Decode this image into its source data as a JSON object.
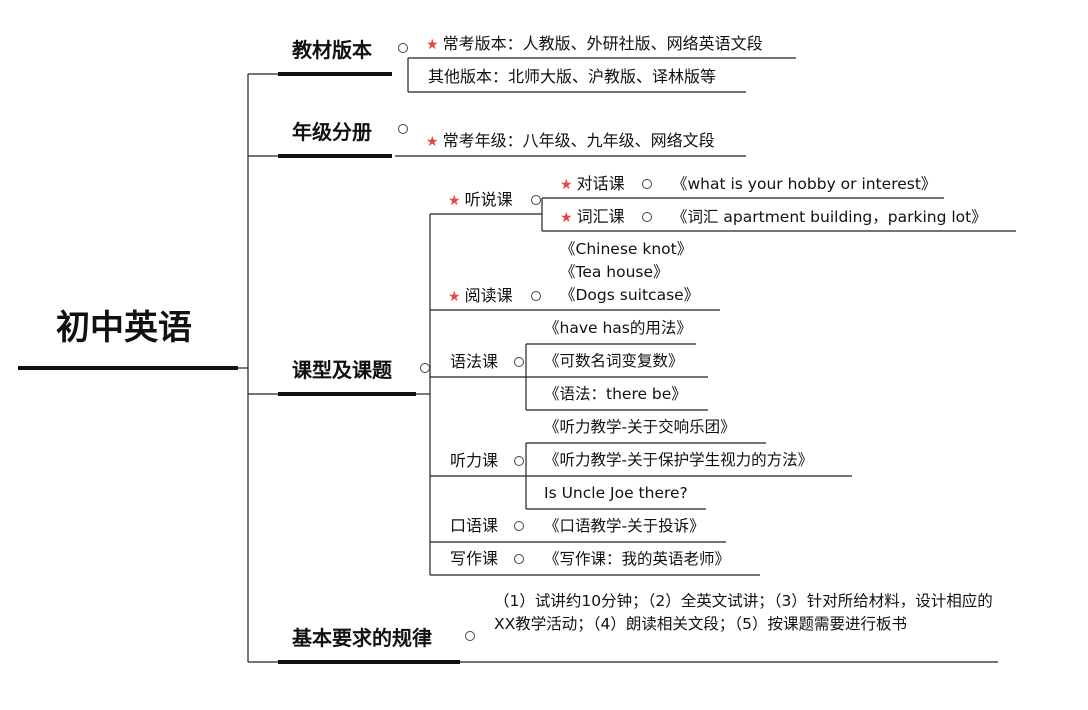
{
  "root": "初中英语",
  "branches": {
    "textbook": {
      "label": "教材版本",
      "common": "常考版本：人教版、外研社版、网络英语文段",
      "other": "其他版本：北师大版、沪教版、译林版等"
    },
    "grade": {
      "label": "年级分册",
      "common": "常考年级：八年级、九年级、网络文段"
    },
    "lessons": {
      "label": "课型及课题",
      "listen_speak": {
        "label": "听说课",
        "dialogue": {
          "label": "对话课",
          "topic": "《what is your hobby or interest》"
        },
        "vocab": {
          "label": "词汇课",
          "topic": "《词汇 apartment building，parking lot》"
        }
      },
      "reading": {
        "label": "阅读课",
        "topics": [
          "《Chinese knot》",
          "《Tea house》",
          "《Dogs suitcase》"
        ]
      },
      "grammar": {
        "label": "语法课",
        "topics": [
          "《have has的用法》",
          "《可数名词变复数》",
          "《语法：there be》"
        ]
      },
      "listening": {
        "label": "听力课",
        "topics": [
          "《听力教学-关于交响乐团》",
          "《听力教学-关于保护学生视力的方法》",
          "Is Uncle Joe there?"
        ]
      },
      "oral": {
        "label": "口语课",
        "topic": "《口语教学-关于投诉》"
      },
      "writing": {
        "label": "写作课",
        "topic": "《写作课：我的英语老师》"
      }
    },
    "requirements": {
      "label": "基本要求的规律",
      "text": "（1）试讲约10分钟；（2）全英文试讲；（3）针对所给材料，设计相应的XX教学活动；（4）朗读相关文段；（5）按课题需要进行板书"
    }
  },
  "colors": {
    "star": "#e64545",
    "line": "#222222"
  }
}
